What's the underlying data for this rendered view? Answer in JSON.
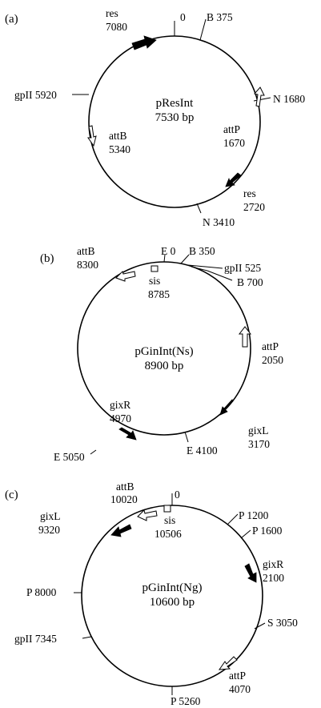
{
  "panels": [
    {
      "id": "a",
      "label": "(a)",
      "name": "pResInt",
      "size": "7530 bp",
      "labels": [
        {
          "l1": "res",
          "l2": "7080"
        },
        {
          "l1": "0"
        },
        {
          "l1": "B 375"
        },
        {
          "l1": "gpII 5920"
        },
        {
          "l1": "N 1680"
        },
        {
          "l1": "attP",
          "l2": "1670"
        },
        {
          "l1": "attB",
          "l2": "5340"
        },
        {
          "l1": "res",
          "l2": "2720"
        },
        {
          "l1": "N 3410"
        }
      ]
    },
    {
      "id": "b",
      "label": "(b)",
      "name": "pGinInt(Ns)",
      "size": "8900 bp",
      "labels": [
        {
          "l1": "attB",
          "l2": "8300"
        },
        {
          "l1": "E 0"
        },
        {
          "l1": "B 350"
        },
        {
          "l1": "gpII 525"
        },
        {
          "l1": "B 700"
        },
        {
          "l1": "sis",
          "l2": "8785"
        },
        {
          "l1": "attP",
          "l2": "2050"
        },
        {
          "l1": "gixR",
          "l2": "4970"
        },
        {
          "l1": "gixL",
          "l2": "3170"
        },
        {
          "l1": "E 5050"
        },
        {
          "l1": "E 4100"
        }
      ]
    },
    {
      "id": "c",
      "label": "(c)",
      "name": "pGinInt(Ng)",
      "size": "10600 bp",
      "labels": [
        {
          "l1": "attB",
          "l2": "10020"
        },
        {
          "l1": "0"
        },
        {
          "l1": "gixL",
          "l2": "9320"
        },
        {
          "l1": "sis",
          "l2": "10506"
        },
        {
          "l1": "P 1200"
        },
        {
          "l1": "P 1600"
        },
        {
          "l1": "gixR",
          "l2": "2100"
        },
        {
          "l1": "P 8000"
        },
        {
          "l1": "S 3050"
        },
        {
          "l1": "gpII 7345"
        },
        {
          "l1": "attP",
          "l2": "4070"
        },
        {
          "l1": "P 5260"
        }
      ]
    }
  ]
}
